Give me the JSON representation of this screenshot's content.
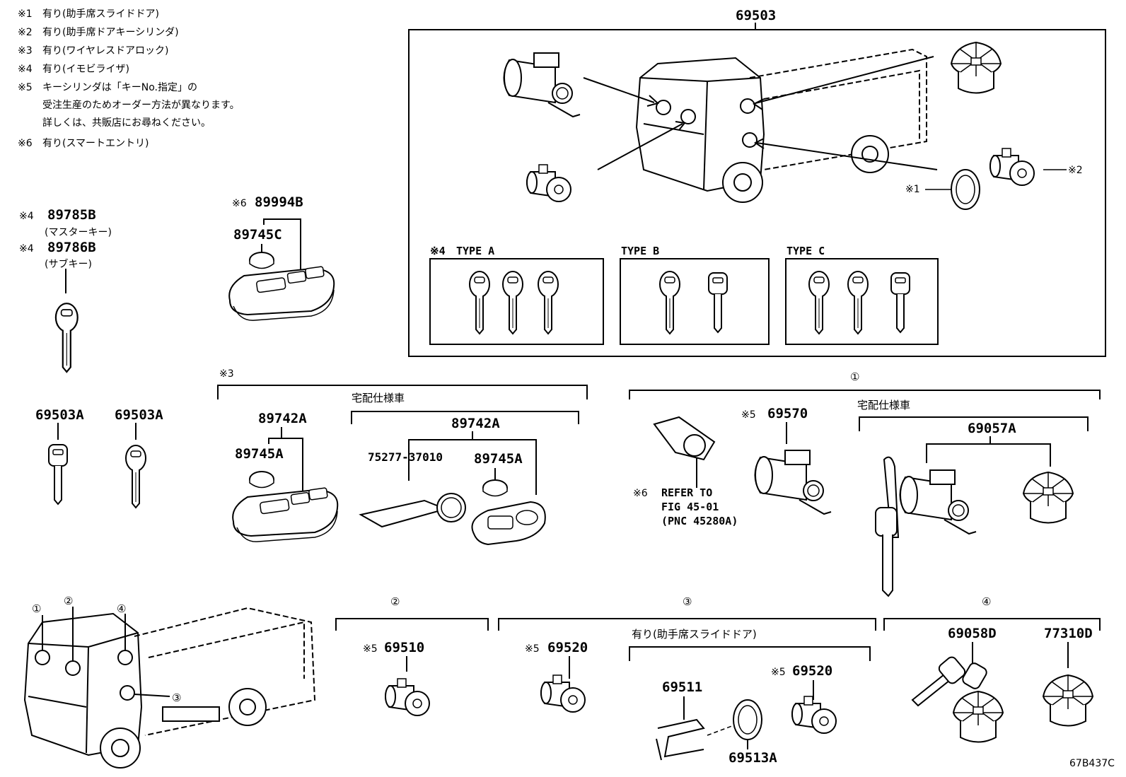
{
  "notes": [
    {
      "mark": "※1",
      "text": "有り(助手席スライドドア)"
    },
    {
      "mark": "※2",
      "text": "有り(助手席ドアキーシリンダ)"
    },
    {
      "mark": "※3",
      "text": "有り(ワイヤレスドアロック)"
    },
    {
      "mark": "※4",
      "text": "有り(イモビライザ)"
    },
    {
      "mark": "※5",
      "text": "キーシリンダは「キーNo.指定」の"
    },
    {
      "mark": "",
      "text": "受注生産のためオーダー方法が異なります。"
    },
    {
      "mark": "",
      "text": "詳しくは、共販店にお尋ねください。"
    },
    {
      "mark": "※6",
      "text": "有り(スマートエントリ)"
    }
  ],
  "parts": {
    "p69503": "69503",
    "p89785B": "89785B",
    "p89785B_mark": "※4",
    "p89785B_desc": "(マスターキー)",
    "p89786B": "89786B",
    "p89786B_mark": "※4",
    "p89786B_desc": "(サブキー)",
    "p69503A_1": "69503A",
    "p69503A_2": "69503A",
    "p89994B": "89994B",
    "p89994B_mark": "※6",
    "p89745C": "89745C",
    "p89742A_1": "89742A",
    "p89745A_1": "89745A",
    "p89742A_2": "89742A",
    "p75277": "75277-37010",
    "p89745A_2": "89745A",
    "p69570": "69570",
    "p69570_mark": "※5",
    "p69057A": "69057A",
    "p69510": "69510",
    "p69510_mark": "※5",
    "p69520_1": "69520",
    "p69520_1_mark": "※5",
    "p69520_2": "69520",
    "p69520_2_mark": "※5",
    "p69511": "69511",
    "p69513A": "69513A",
    "p69058D": "69058D",
    "p77310D": "77310D"
  },
  "labels": {
    "typeA_mark": "※4",
    "typeA": "TYPE  A",
    "typeB": "TYPE  B",
    "typeC": "TYPE  C",
    "mark1": "※1",
    "mark2": "※2",
    "mark3": "※3",
    "takuhai1": "宅配仕様車",
    "takuhai2": "宅配仕様車",
    "slide_door": "有り(助手席スライドドア)",
    "refer_mark": "※6",
    "refer1": "REFER TO",
    "refer2": "FIG 45-01",
    "refer3": "(PNC 45280A)",
    "c1": "①",
    "c2": "②",
    "c3": "③",
    "c4": "④",
    "truck_c1": "①",
    "truck_c2": "②",
    "truck_c3": "③",
    "truck_c4": "④",
    "code": "67B437C"
  }
}
